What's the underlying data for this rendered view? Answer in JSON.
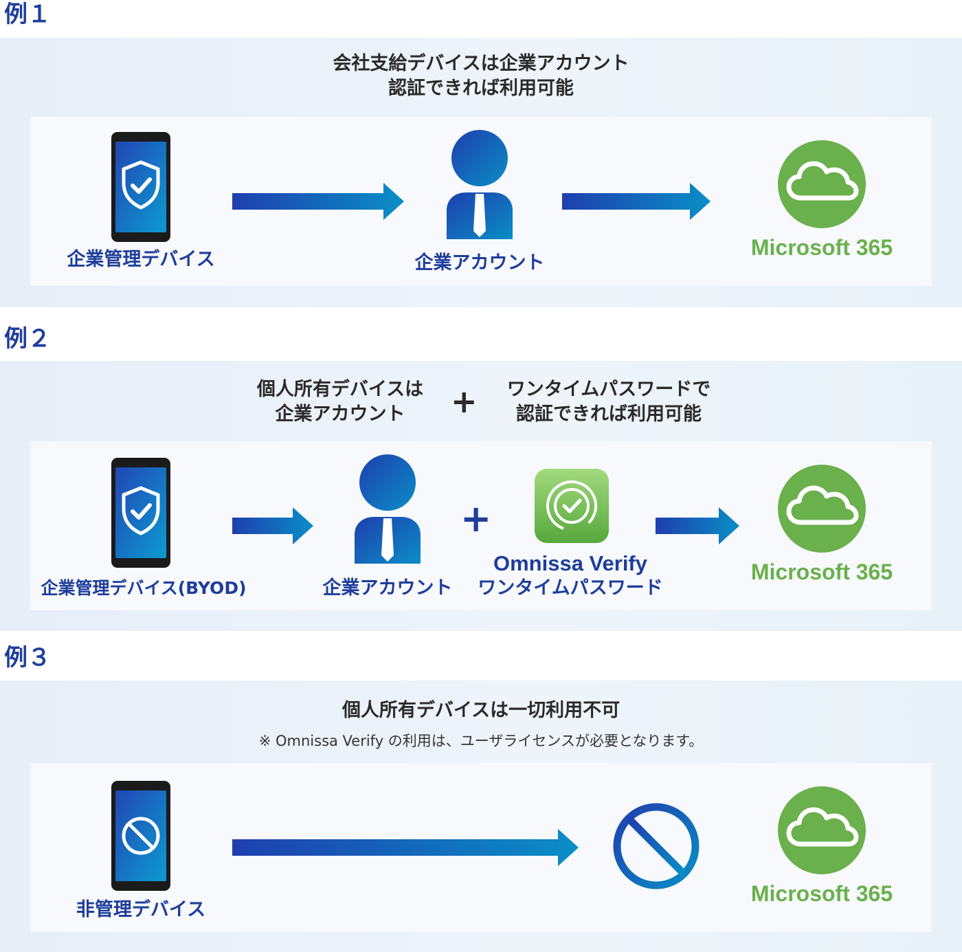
{
  "colors": {
    "brand_blue": "#1f3d9b",
    "gradient_start": "#1e3fae",
    "gradient_end": "#0a8ec6",
    "ms_green": "#6ab04c",
    "verify_green": "#7cc25a",
    "section_bg": "#eaf1f8",
    "panel_bg": "#f7f9fc"
  },
  "icons": {
    "phone": "phone-icon",
    "shield": "shield-check-icon",
    "prohibited": "prohibited-icon",
    "user": "user-icon",
    "cloud": "cloud-icon",
    "verify": "verify-check-icon",
    "arrow": "arrow-right-icon"
  },
  "examples": [
    {
      "label": "例１",
      "caption_lines": [
        "会社支給デバイスは企業アカウント",
        "認証できれば利用可能"
      ],
      "device_label": "企業管理デバイス",
      "account_label": "企業アカウント",
      "service_label": "Microsoft 365"
    },
    {
      "label": "例２",
      "caption_left_lines": [
        "個人所有デバイスは",
        "企業アカウント"
      ],
      "caption_plus": "+",
      "caption_right_lines": [
        "ワンタイムパスワードで",
        "認証できれば利用可能"
      ],
      "device_label": "企業管理デバイス(BYOD)",
      "account_label": "企業アカウント",
      "plus": "+",
      "verify_label_lines": [
        "Omnissa Verify",
        "ワンタイムパスワード"
      ],
      "service_label": "Microsoft 365"
    },
    {
      "label": "例３",
      "caption": "個人所有デバイスは一切利用不可",
      "note": "※ Omnissa Verify の利用は、ユーザライセンスが必要となります。",
      "device_label": "非管理デバイス",
      "service_label": "Microsoft 365"
    }
  ]
}
